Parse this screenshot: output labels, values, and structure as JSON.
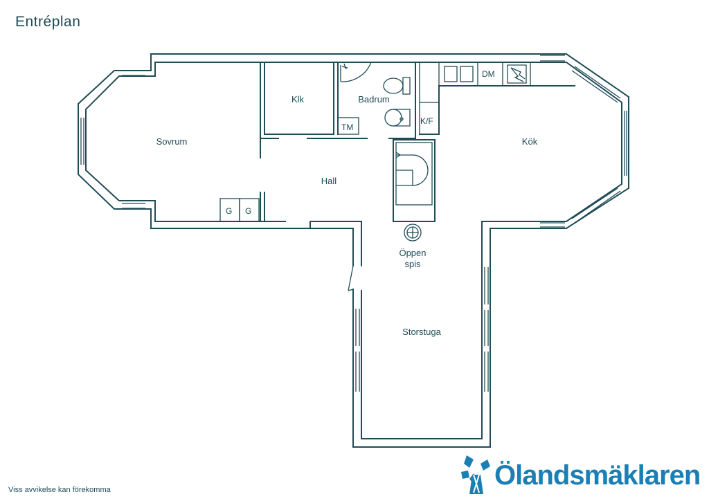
{
  "title": "Entréplan",
  "disclaimer": "Viss avvikelse kan förekomma",
  "rooms": {
    "sovrum": "Sovrum",
    "klk": "Klk",
    "badrum": "Badrum",
    "hall": "Hall",
    "kok": "Kök",
    "storstuga": "Storstuga",
    "oppen_spis_line1": "Öppen",
    "oppen_spis_line2": "spis"
  },
  "fixtures": {
    "wardrobe_1": "G",
    "wardrobe_2": "G",
    "tm": "TM",
    "dm": "DM",
    "kf": "K/F"
  },
  "brand": {
    "name": "Ölandsmäklaren",
    "color": "#1a7fb5",
    "line_color": "#1f4b56"
  }
}
